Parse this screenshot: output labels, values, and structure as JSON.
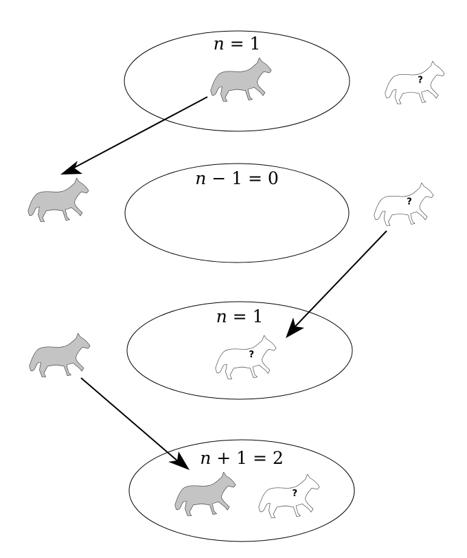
{
  "sets": [
    {
      "var": "n",
      "rest": " = 1"
    },
    {
      "var": "n",
      "rest": " − 1 = 0"
    },
    {
      "var": "n",
      "rest": " = 1"
    },
    {
      "var": "n",
      "rest": " + 1 = 2"
    }
  ],
  "question_mark": "?",
  "colors": {
    "known_horse": "#c4c4c4",
    "unknown_horse": "#ffffff",
    "stroke": "#000000"
  },
  "icons": {
    "known": "gray-horse-icon",
    "unknown": "white-horse-question-icon"
  }
}
